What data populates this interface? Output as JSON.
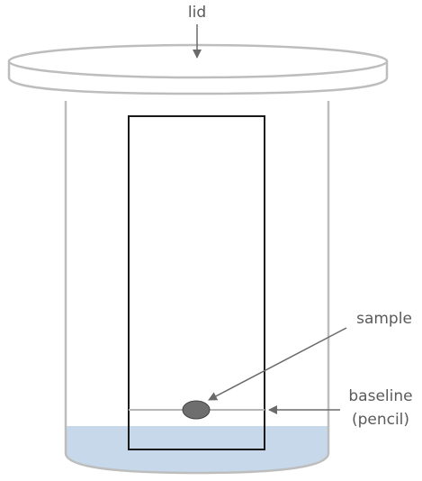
{
  "labels": {
    "lid": "lid",
    "sample": "sample",
    "baseline_line1": "baseline",
    "baseline_line2": "(pencil)"
  },
  "colors": {
    "jar_outline": "#bdbdbd",
    "solvent": "#c6d8ea",
    "paper_outline": "#1a1a1a",
    "baseline": "#b5b5b5",
    "sample_spot": "#6e6e6e",
    "arrow": "#6a6a6a",
    "text": "#5a5a5a"
  }
}
